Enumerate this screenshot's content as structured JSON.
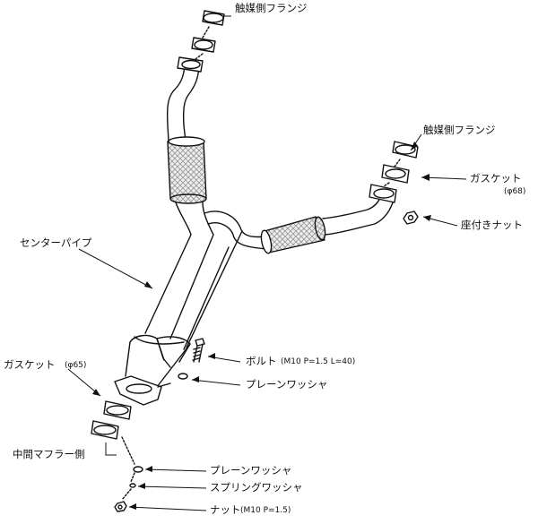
{
  "labels": {
    "catalyst_flange_top": "触媒側フランジ",
    "catalyst_flange_right": "触媒側フランジ",
    "gasket_right": "ガスケット",
    "gasket_right_size": "(φ68)",
    "flange_nut": "座付きナット",
    "center_pipe": "センターパイプ",
    "bolt": "ボルト",
    "bolt_spec": "(M10 P=1.5 L=40)",
    "plain_washer_upper": "プレーンワッシャ",
    "gasket_left": "ガスケット",
    "gasket_left_size": "(φ65)",
    "mid_muffler_side": "中間マフラー側",
    "plain_washer_lower": "プレーンワッシャ",
    "spring_washer": "スプリングワッシャ",
    "nut": "ナット",
    "nut_spec": "(M10 P=1.5)"
  },
  "colors": {
    "line": "#111111",
    "mesh": "#d9d9d9",
    "paper": "#ffffff"
  }
}
